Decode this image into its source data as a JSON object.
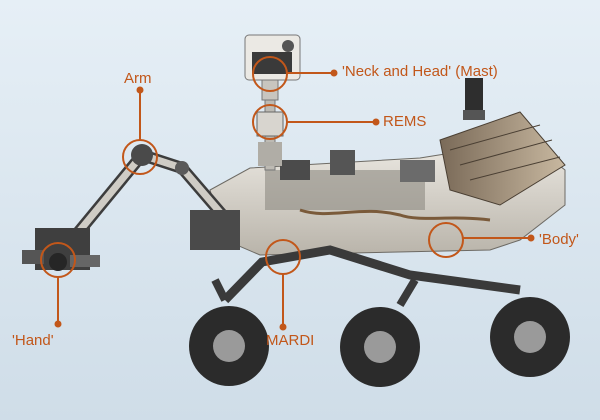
{
  "colors": {
    "accent": "#c2571a",
    "background": "#dde9f2",
    "rover_body": "#d9d5cc",
    "rover_dark": "#3a3a3a",
    "wheel": "#2b2b2b"
  },
  "labels": {
    "neck_head": "'Neck and Head' (Mast)",
    "rems": "REMS",
    "arm": "Arm",
    "body": "'Body'",
    "hand": "'Hand'",
    "mardi": "MARDI"
  }
}
